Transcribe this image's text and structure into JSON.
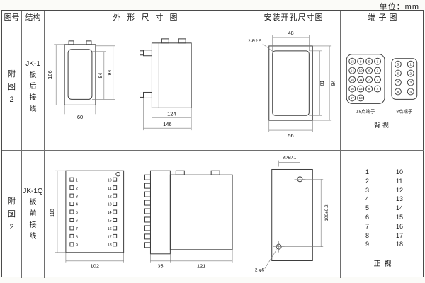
{
  "unit_label": "单位：mm",
  "headers": {
    "fig_no": "图号",
    "structure": "结构",
    "outline": "外形尺寸图",
    "install": "安装开孔尺寸图",
    "terminal": "端子图"
  },
  "row1": {
    "fig_lines": [
      "附",
      "图",
      "2"
    ],
    "structure_lines": [
      "JK-1",
      "板",
      "后",
      "接",
      "线"
    ],
    "outline": {
      "front_height": "106",
      "dim_84": "84",
      "dim_94": "94",
      "front_width": "60",
      "side_inner": "124",
      "side_total": "146"
    },
    "install": {
      "radius_label": "2-R2.5",
      "width_top": "48",
      "height_inner": "81",
      "height_total": "94",
      "width_bottom": "56"
    },
    "terminal": {
      "block18_label": "18点端子",
      "block8_label": "8点端子",
      "view_label": "背视",
      "block18_rows": [
        [
          "13",
          "9",
          "5",
          "1"
        ],
        [
          "14",
          "10",
          "6",
          "2"
        ],
        [
          "15",
          "11",
          "7",
          "3"
        ],
        [
          "16",
          "12",
          "8",
          "4"
        ],
        [
          "17",
          "18"
        ]
      ],
      "block8_rows": [
        [
          "5",
          "1"
        ],
        [
          "6",
          "2"
        ],
        [
          "7",
          "3"
        ],
        [
          "8",
          "4"
        ]
      ]
    }
  },
  "row2": {
    "fig_lines": [
      "附",
      "图",
      "2"
    ],
    "structure_lines": [
      "JK-1Q",
      "板",
      "前",
      "接",
      "线"
    ],
    "outline": {
      "front_height": "118",
      "front_width": "102",
      "left_terminals": [
        "1",
        "2",
        "3",
        "4",
        "5",
        "6",
        "7",
        "8",
        "9"
      ],
      "right_terminals": [
        "10",
        "11",
        "12",
        "13",
        "14",
        "15",
        "16",
        "17",
        "18"
      ],
      "side_width_flange": "35",
      "side_width_body": "121"
    },
    "install": {
      "dim_top": "30±0.1",
      "dim_right": "100±0.2",
      "hole_label": "2-φ5"
    },
    "terminal": {
      "left_col": [
        "1",
        "2",
        "3",
        "4",
        "5",
        "6",
        "7",
        "8",
        "9"
      ],
      "right_col": [
        "10",
        "11",
        "12",
        "13",
        "14",
        "15",
        "16",
        "17",
        "18"
      ],
      "view_label": "正视"
    }
  }
}
